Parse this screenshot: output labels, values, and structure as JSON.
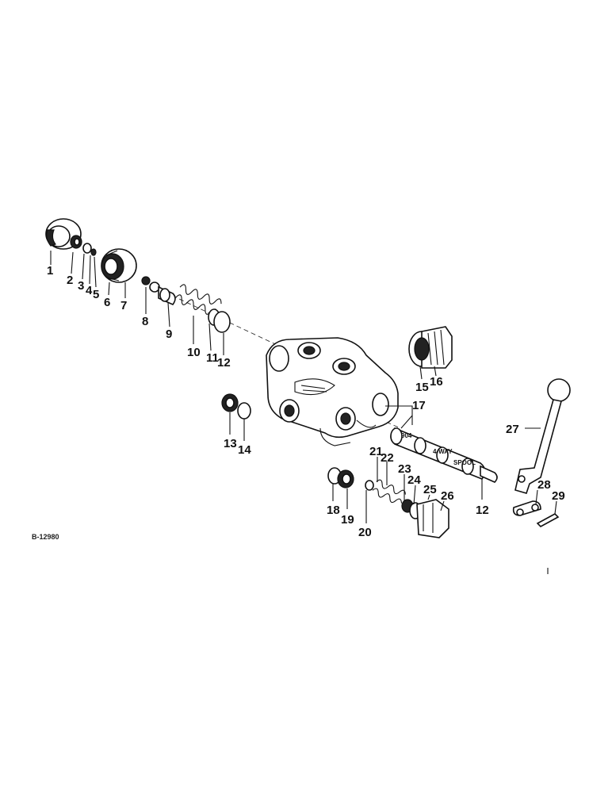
{
  "drawing_ref": "B-12980",
  "spool_stamps": [
    "904",
    "4-WAY",
    "SPOOL"
  ],
  "callouts": [
    {
      "id": "c1",
      "text": "1"
    },
    {
      "id": "c2",
      "text": "2"
    },
    {
      "id": "c3",
      "text": "3"
    },
    {
      "id": "c4",
      "text": "4"
    },
    {
      "id": "c5",
      "text": "5"
    },
    {
      "id": "c6",
      "text": "6"
    },
    {
      "id": "c7",
      "text": "7"
    },
    {
      "id": "c8",
      "text": "8"
    },
    {
      "id": "c9",
      "text": "9"
    },
    {
      "id": "c10",
      "text": "10"
    },
    {
      "id": "c11",
      "text": "11"
    },
    {
      "id": "c12a",
      "text": "12"
    },
    {
      "id": "c13",
      "text": "13"
    },
    {
      "id": "c14",
      "text": "14"
    },
    {
      "id": "c15",
      "text": "15"
    },
    {
      "id": "c16",
      "text": "16"
    },
    {
      "id": "c17",
      "text": "17"
    },
    {
      "id": "c12b",
      "text": "12"
    },
    {
      "id": "c18",
      "text": "18"
    },
    {
      "id": "c19",
      "text": "19"
    },
    {
      "id": "c20",
      "text": "20"
    },
    {
      "id": "c21",
      "text": "21"
    },
    {
      "id": "c22",
      "text": "22"
    },
    {
      "id": "c23",
      "text": "23"
    },
    {
      "id": "c24",
      "text": "24"
    },
    {
      "id": "c25",
      "text": "25"
    },
    {
      "id": "c26",
      "text": "26"
    },
    {
      "id": "c27",
      "text": "27"
    },
    {
      "id": "c28",
      "text": "28"
    },
    {
      "id": "c29",
      "text": "29"
    }
  ]
}
